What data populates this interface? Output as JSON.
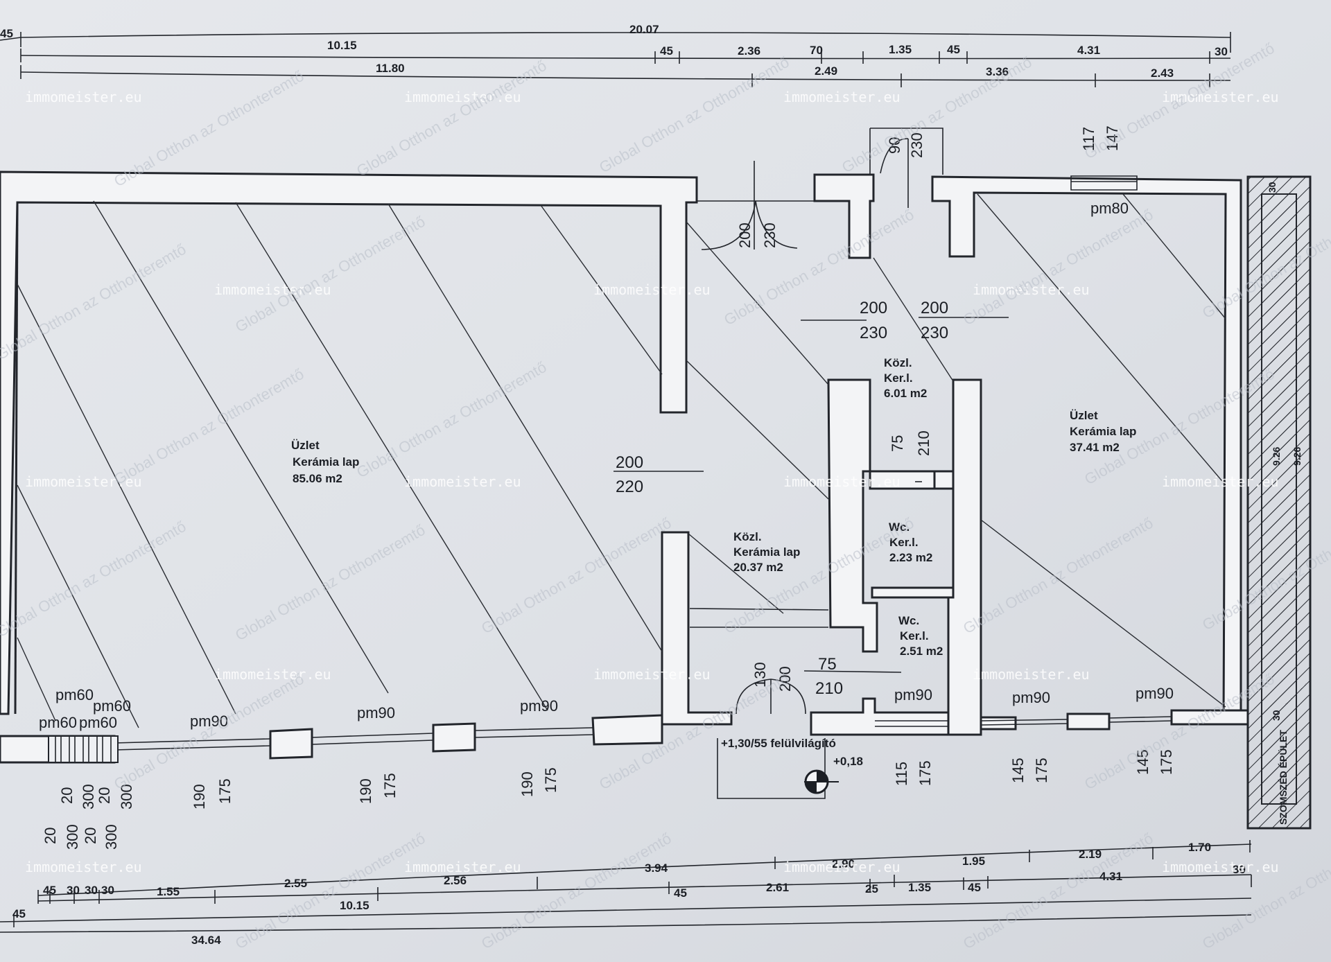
{
  "drawing": {
    "watermark_site": "immomeister.eu",
    "watermark_agency": "Global Otthon az Otthonteremtő",
    "top_dims": {
      "row1": [
        "45",
        "20.07"
      ],
      "row2": [
        "10.15",
        "45",
        "2.36",
        "70",
        "1.35",
        "45",
        "4.31",
        "30"
      ],
      "row3": [
        "11.80",
        "2.49",
        "3.36",
        "2.43"
      ]
    },
    "bottom_dims": {
      "row1": [
        "3.94",
        "2.90",
        "1.95",
        "2.19",
        "1.70"
      ],
      "row2": [
        "45",
        "30",
        "30",
        "30",
        "1.55",
        "2.55",
        "2.56",
        "45",
        "2.61",
        "25",
        "1.35",
        "45",
        "4.31",
        "30"
      ],
      "row3": [
        "45",
        "10.15"
      ],
      "row4": [
        "34.64"
      ]
    },
    "rooms": [
      {
        "name": "Üzlet",
        "floor": "Kerámia lap",
        "area": "85.06 m2"
      },
      {
        "name": "Üzlet",
        "floor": "Kerámia lap",
        "area": "37.41 m2"
      },
      {
        "name": "Közl.",
        "floor": "Kerámia lap",
        "area": "20.37 m2"
      },
      {
        "name": "Közl.",
        "floor": "Ker.l.",
        "area": "6.01 m2"
      },
      {
        "name": "Wc.",
        "floor": "Ker.l.",
        "area": "2.23 m2"
      },
      {
        "name": "Wc.",
        "floor": "Ker.l.",
        "area": "2.51 m2"
      }
    ],
    "door_labels": [
      {
        "top": "200",
        "bottom": "220"
      },
      {
        "top": "200",
        "bottom": "230"
      },
      {
        "top": "200",
        "bottom": "230"
      },
      {
        "top": "75",
        "bottom": "210"
      },
      {
        "top": "90",
        "bottom": "230"
      },
      {
        "top": "200",
        "bottom": "230"
      },
      {
        "top": "75",
        "bottom": "210"
      },
      {
        "top": "130",
        "bottom": "200"
      },
      {
        "top": "117",
        "bottom": "147"
      }
    ],
    "window_labels": [
      "pm60",
      "pm60",
      "pm60",
      "pm60",
      "pm90",
      "pm90",
      "pm90",
      "pm90",
      "pm90",
      "pm90",
      "pm80"
    ],
    "window_dims": [
      {
        "a": "20",
        "b": "300"
      },
      {
        "a": "20",
        "b": "300"
      },
      {
        "a": "20",
        "b": "300"
      },
      {
        "a": "20",
        "b": "300"
      },
      {
        "a": "190",
        "b": "175"
      },
      {
        "a": "190",
        "b": "175"
      },
      {
        "a": "190",
        "b": "175"
      },
      {
        "a": "115",
        "b": "175"
      },
      {
        "a": "145",
        "b": "175"
      },
      {
        "a": "145",
        "b": "175"
      }
    ],
    "skylight_note": "+1,30/55 felülvilágító",
    "level_mark": "+0,18",
    "side_dims": [
      "9.26",
      "9.26",
      "30",
      "30"
    ],
    "neighbor_label": "SZOMSZÉD ÉPÜLET"
  }
}
